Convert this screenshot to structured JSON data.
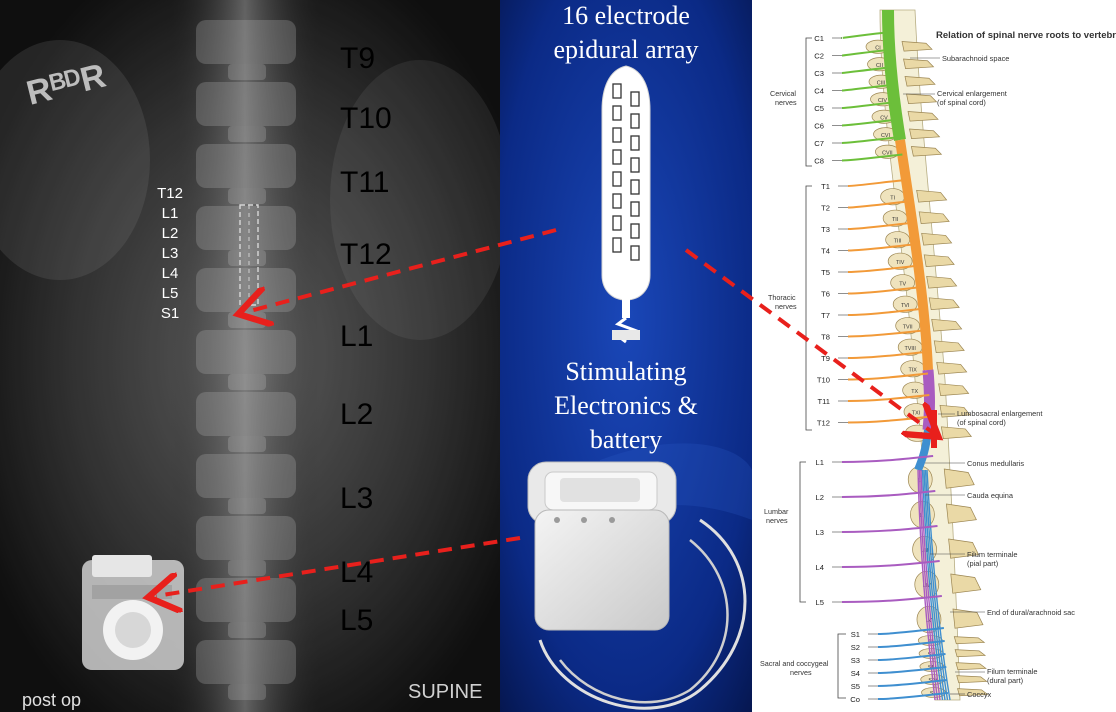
{
  "xray": {
    "watermark": "RᴮᴰR",
    "overlay_levels": [
      "T12",
      "L1",
      "L2",
      "L3",
      "L4",
      "L5",
      "S1"
    ],
    "vertebra_levels": [
      "T9",
      "T10",
      "T11",
      "T12",
      "L1",
      "L2",
      "L3",
      "L4",
      "L5"
    ],
    "corner_left": "post op",
    "corner_right": "SUPINE"
  },
  "device": {
    "array_title_line1": "16 electrode",
    "array_title_line2": "epidural array",
    "electronics_line1": "Stimulating",
    "electronics_line2": "Electronics &",
    "electronics_line3": "battery"
  },
  "anatomy": {
    "title": "Relation of spinal nerve roots to vertebrae",
    "cervical_nerves": [
      "C1",
      "C2",
      "C3",
      "C4",
      "C5",
      "C6",
      "C7",
      "C8"
    ],
    "cervical_vertebrae": [
      "CI",
      "CII",
      "CIII",
      "CIV",
      "CV",
      "CVI",
      "CVII"
    ],
    "thoracic_nerves": [
      "T1",
      "T2",
      "T3",
      "T4",
      "T5",
      "T6",
      "T7",
      "T8",
      "T9",
      "T10",
      "T11",
      "T12"
    ],
    "thoracic_vertebrae": [
      "TI",
      "TII",
      "TIII",
      "TIV",
      "TV",
      "TVI",
      "TVII",
      "TVIII",
      "TIX",
      "TX",
      "TXI",
      "TXII"
    ],
    "lumbar_nerves": [
      "L1",
      "L2",
      "L3",
      "L4",
      "L5"
    ],
    "lumbar_vertebrae": [
      "LI",
      "LII",
      "LIII",
      "LIV",
      "LV"
    ],
    "sacral_nerves": [
      "S1",
      "S2",
      "S3",
      "S4",
      "S5",
      "Co"
    ],
    "sacral_vertebrae": [
      "SI",
      "SII",
      "SIII",
      "SIV",
      "SV"
    ],
    "group_labels": {
      "cervical_1": "Cervical",
      "cervical_2": "nerves",
      "thoracic_1": "Thoracic",
      "thoracic_2": "nerves",
      "lumbar_1": "Lumbar",
      "lumbar_2": "nerves",
      "sacral_1": "Sacral and coccygeal",
      "sacral_2": "nerves"
    },
    "callouts": {
      "subarachnoid": "Subarachnoid space",
      "cervical_enl_1": "Cervical enlargement",
      "cervical_enl_2": "(of spinal cord)",
      "lumbo_enl_1": "Lumbosacral enlargement",
      "lumbo_enl_2": "(of spinal cord)",
      "conus": "Conus medullaris",
      "cauda": "Cauda equina",
      "filum_pial_1": "Filum terminale",
      "filum_pial_2": "(pial part)",
      "dural_sac": "End of dural/arachnoid sac",
      "filum_dural_1": "Filum terminale",
      "filum_dural_2": "(dural part)",
      "coccyx": "Coccyx"
    }
  },
  "colors": {
    "cervical": "#6cbf3a",
    "thoracic": "#f29a38",
    "lumbar": "#a95cc0",
    "sacral": "#3f8fd0",
    "arrow": "#e8201c",
    "panel_blue": "#0b2a86"
  }
}
